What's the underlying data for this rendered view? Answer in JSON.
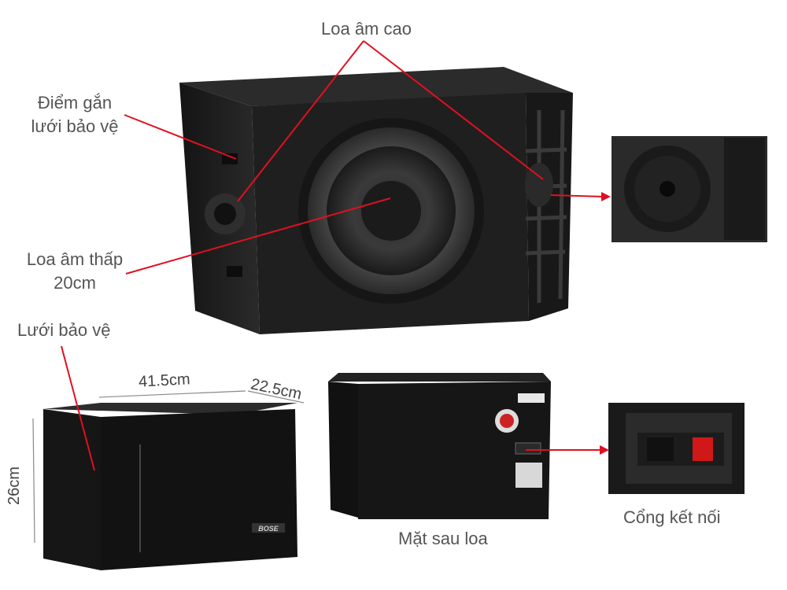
{
  "labels": {
    "tweeter": "Loa âm cao",
    "grille_mount_line1": "Điểm gắn",
    "grille_mount_line2": "lưới bảo vệ",
    "woofer_line1": "Loa âm thấp",
    "woofer_line2": "20cm",
    "grille": "Lưới bảo vệ",
    "back_side": "Mặt sau loa",
    "connector": "Cổng kết nối"
  },
  "dimensions": {
    "width": "41.5cm",
    "depth": "22.5cm",
    "height": "26cm"
  },
  "brand_logo": "BOSE",
  "colors": {
    "pointer": "#e01020",
    "cabinet": "#1c1c1c",
    "label_text": "#555555"
  }
}
